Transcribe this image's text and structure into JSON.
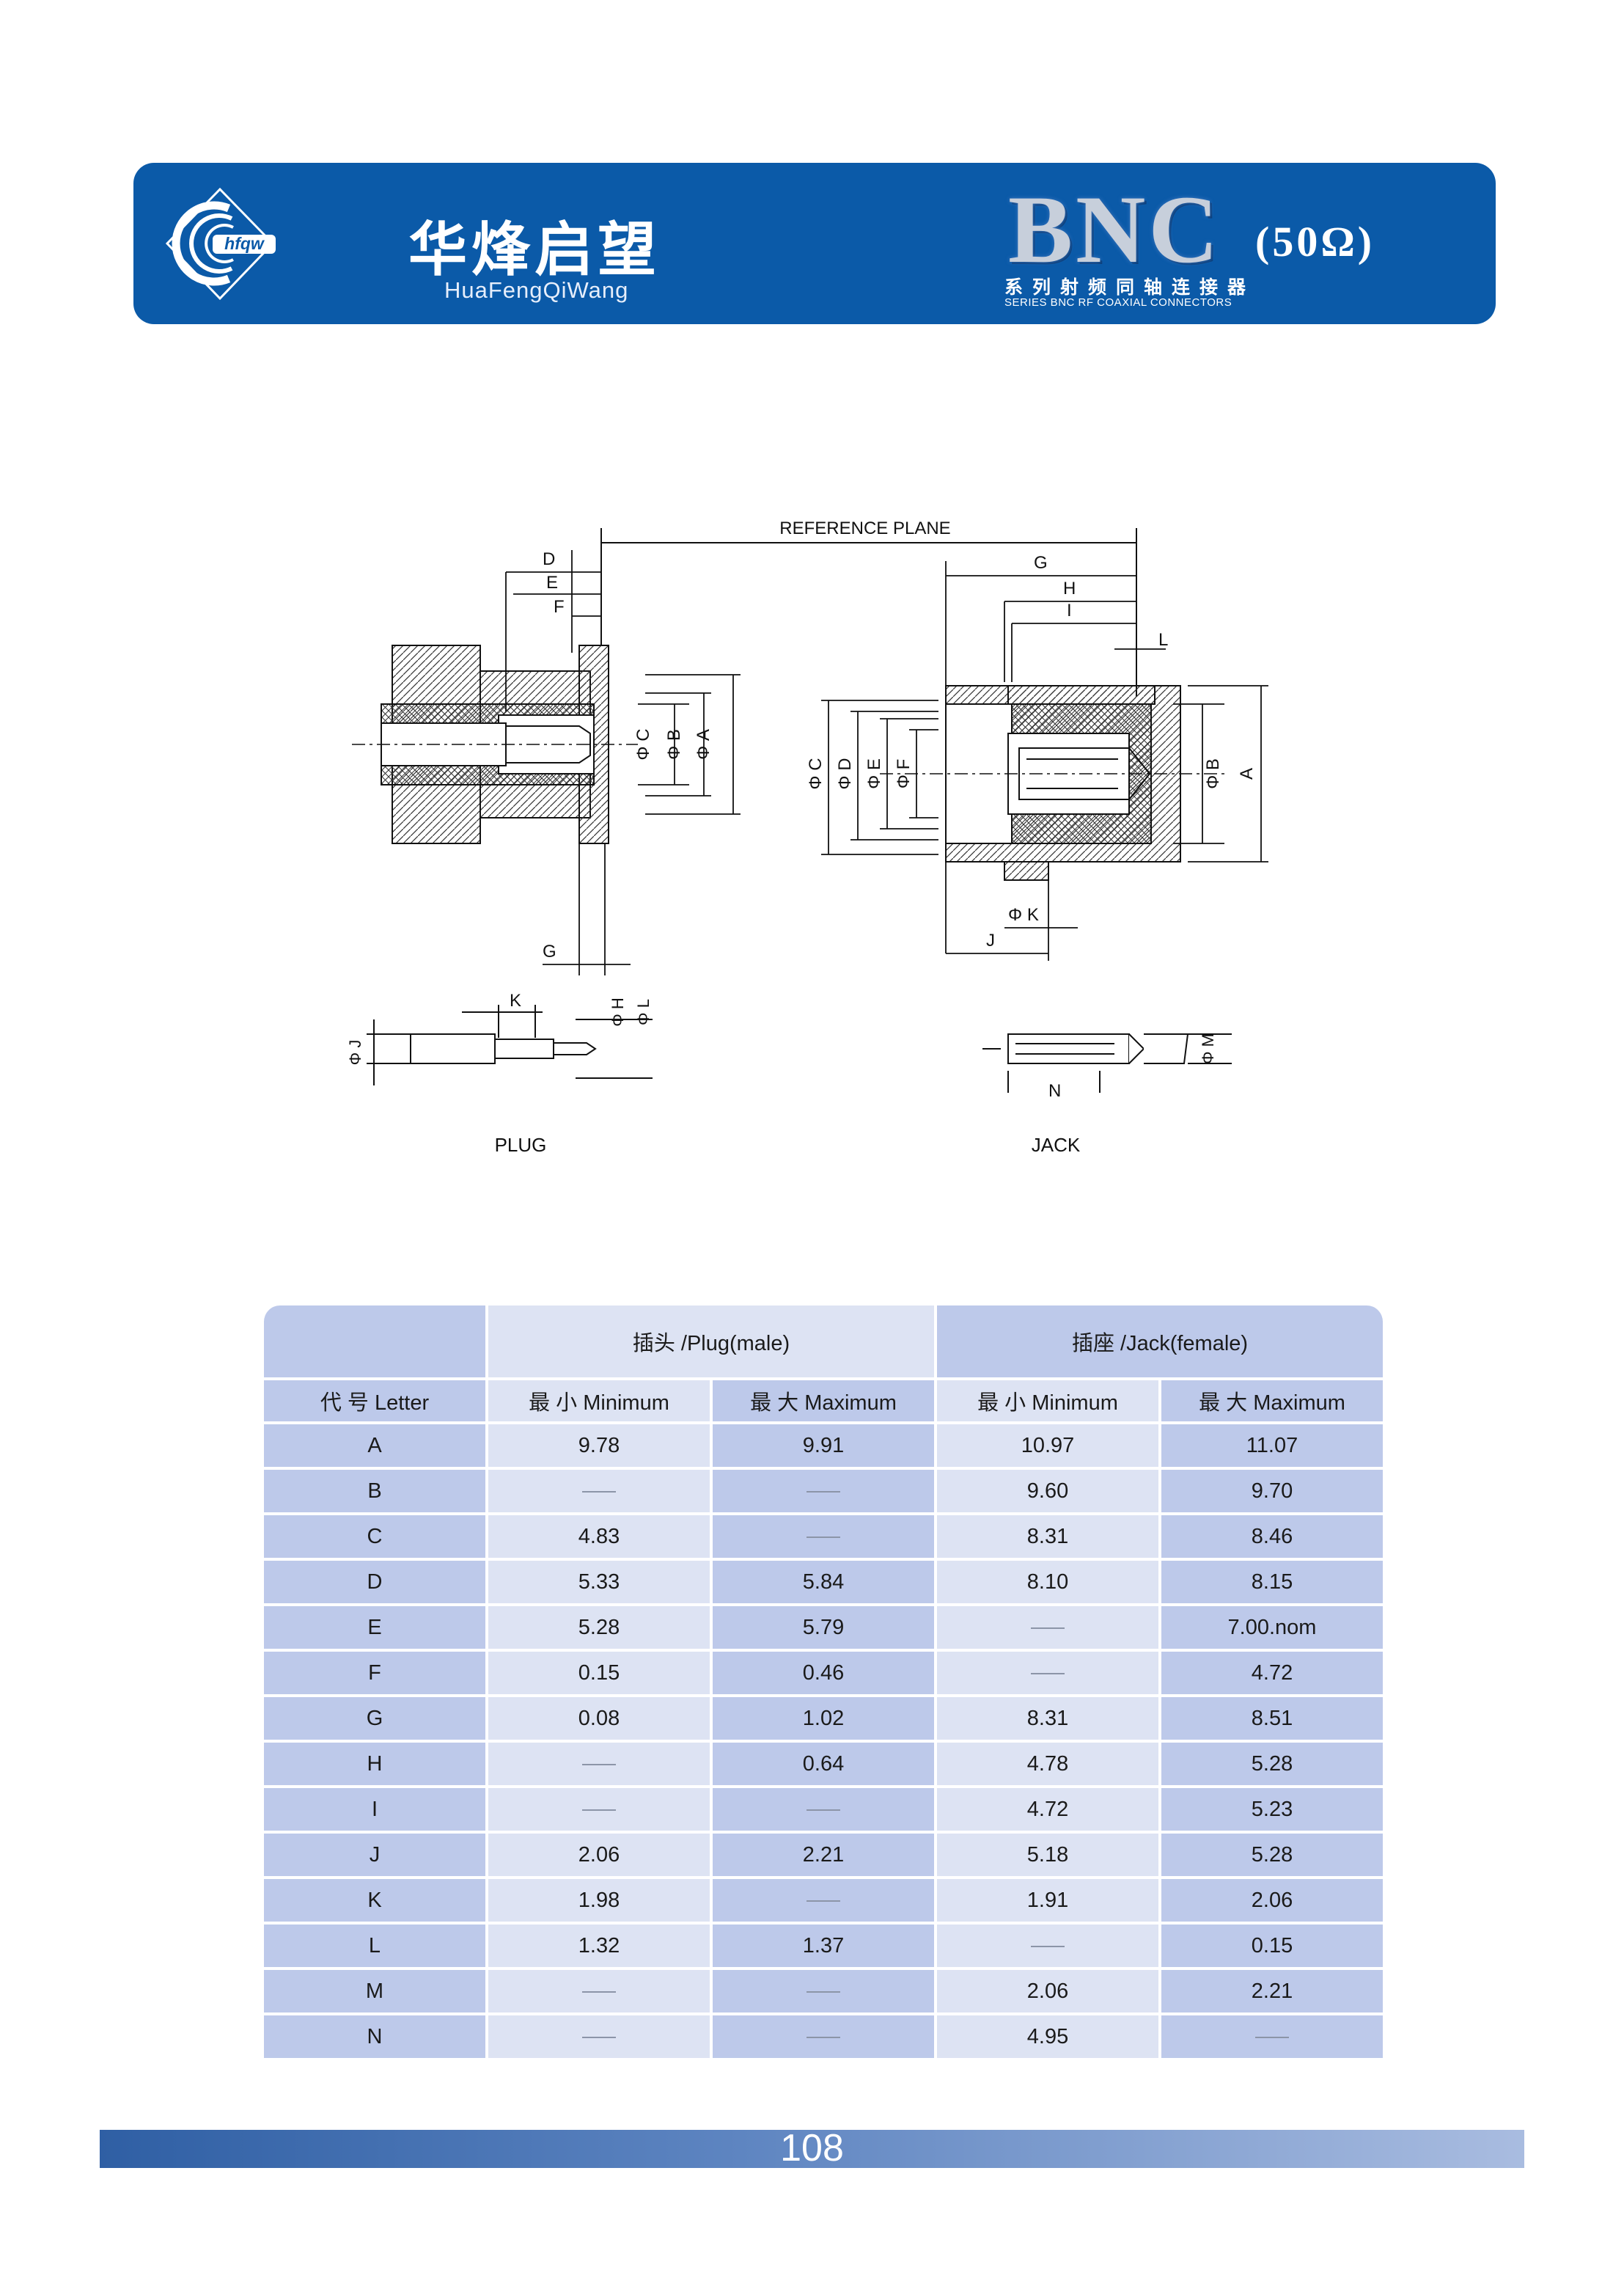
{
  "header": {
    "brand_cn": "华烽启望",
    "brand_en": "HuaFengQiWang",
    "logo_text": "hfqw",
    "series_title": "BNC",
    "impedance": "(50Ω)",
    "series_cn": "系列射频同轴连接器",
    "series_en": "SERIES BNC RF COAXIAL CONNECTORS"
  },
  "drawing": {
    "reference_plane": "REFERENCE PLANE",
    "plug_caption": "PLUG",
    "jack_caption": "JACK",
    "plug_labels": {
      "D": "D",
      "E": "E",
      "F": "F",
      "G": "G",
      "phiC": "Φ C",
      "phiB": "Φ B",
      "phiA": "Φ A",
      "K": "K",
      "phiH": "Φ H",
      "phiL": "Φ L",
      "phiJ": "Φ J"
    },
    "jack_labels": {
      "G": "G",
      "H": "H",
      "I": "I",
      "L": "L",
      "phiC": "Φ C",
      "phiD": "Φ D",
      "phiE": "Φ E",
      "phiF": "Φ F",
      "phiB": "Φ B",
      "A": "A",
      "phiK": "Φ K",
      "J": "J",
      "phiM": "Φ M",
      "N": "N"
    }
  },
  "table": {
    "plug_header": "插头 /Plug(male)",
    "jack_header": "插座 /Jack(female)",
    "letter_header": "代   号 Letter",
    "min_header": "最  小 Minimum",
    "max_header": "最  大 Maximum",
    "rows": [
      {
        "letter": "A",
        "plug_min": "9.78",
        "plug_max": "9.91",
        "jack_min": "10.97",
        "jack_max": "11.07"
      },
      {
        "letter": "B",
        "plug_min": "",
        "plug_max": "",
        "jack_min": "9.60",
        "jack_max": "9.70"
      },
      {
        "letter": "C",
        "plug_min": "4.83",
        "plug_max": "",
        "jack_min": "8.31",
        "jack_max": "8.46"
      },
      {
        "letter": "D",
        "plug_min": "5.33",
        "plug_max": "5.84",
        "jack_min": "8.10",
        "jack_max": "8.15"
      },
      {
        "letter": "E",
        "plug_min": "5.28",
        "plug_max": "5.79",
        "jack_min": "",
        "jack_max": "7.00.nom"
      },
      {
        "letter": "F",
        "plug_min": "0.15",
        "plug_max": "0.46",
        "jack_min": "",
        "jack_max": "4.72"
      },
      {
        "letter": "G",
        "plug_min": "0.08",
        "plug_max": "1.02",
        "jack_min": "8.31",
        "jack_max": "8.51"
      },
      {
        "letter": "H",
        "plug_min": "",
        "plug_max": "0.64",
        "jack_min": "4.78",
        "jack_max": "5.28"
      },
      {
        "letter": "I",
        "plug_min": "",
        "plug_max": "",
        "jack_min": "4.72",
        "jack_max": "5.23"
      },
      {
        "letter": "J",
        "plug_min": "2.06",
        "plug_max": "2.21",
        "jack_min": "5.18",
        "jack_max": "5.28"
      },
      {
        "letter": "K",
        "plug_min": "1.98",
        "plug_max": "",
        "jack_min": "1.91",
        "jack_max": "2.06"
      },
      {
        "letter": "L",
        "plug_min": "1.32",
        "plug_max": "1.37",
        "jack_min": "",
        "jack_max": "0.15"
      },
      {
        "letter": "M",
        "plug_min": "",
        "plug_max": "",
        "jack_min": "2.06",
        "jack_max": "2.21"
      },
      {
        "letter": "N",
        "plug_min": "",
        "plug_max": "",
        "jack_min": "4.95",
        "jack_max": ""
      }
    ]
  },
  "footer": {
    "page_number": "108"
  }
}
